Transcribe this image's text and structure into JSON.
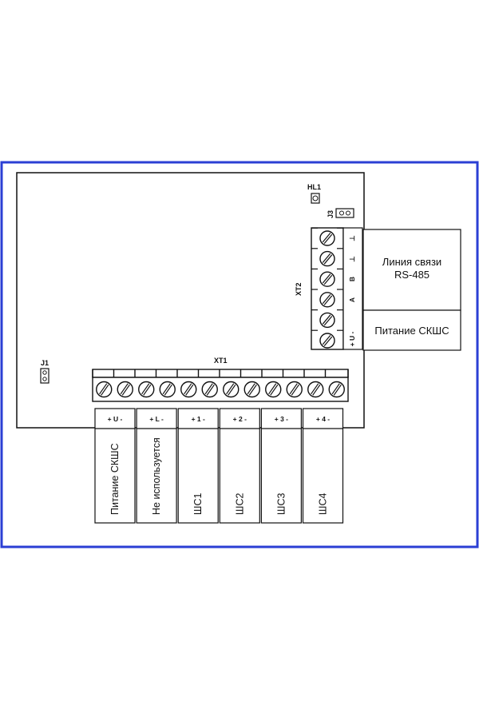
{
  "frame_color": "#2b3fd4",
  "labels": {
    "hl1": "HL1",
    "j3": "J3",
    "j1": "J1",
    "xt1": "XT1",
    "xt2": "XT2"
  },
  "xt2_pins": [
    "⊥",
    "⊥",
    "B",
    "A",
    "-",
    "+ U -"
  ],
  "xt2_boxes": {
    "rs485_line1": "Линия связи",
    "rs485_line2": "RS-485",
    "power": "Питание СКШС"
  },
  "xt1_groups": [
    {
      "pins": "+ U -",
      "label": "Питание СКШС"
    },
    {
      "pins": "+ L -",
      "label": "Не используется"
    },
    {
      "pins": "+ 1 -",
      "label": "ШС1"
    },
    {
      "pins": "+ 2 -",
      "label": "ШС2"
    },
    {
      "pins": "+ 3 -",
      "label": "ШС3"
    },
    {
      "pins": "+ 4 -",
      "label": "ШС4"
    }
  ]
}
